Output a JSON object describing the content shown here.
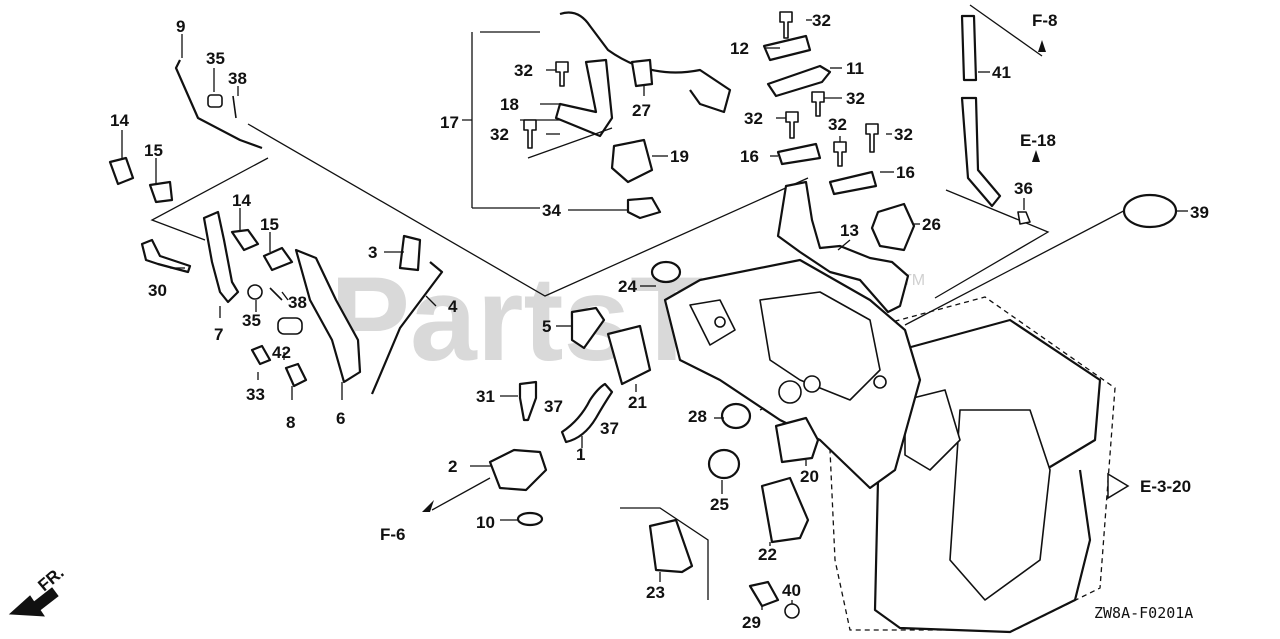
{
  "watermark": {
    "text": "PartsTree",
    "tm": "TM"
  },
  "diagram_code": "ZW8A-F0201A",
  "direction": {
    "label": "FR."
  },
  "refs": {
    "f8": "F-8",
    "e18": "E-18",
    "e320": "E-3-20",
    "f6": "F-6"
  },
  "labels": {
    "p1": "1",
    "p2": "2",
    "p3": "3",
    "p4": "4",
    "p5": "5",
    "p6": "6",
    "p7": "7",
    "p8": "8",
    "p9": "9",
    "p10": "10",
    "p11": "11",
    "p12": "12",
    "p13": "13",
    "p14a": "14",
    "p14b": "14",
    "p15a": "15",
    "p15b": "15",
    "p16a": "16",
    "p16b": "16",
    "p17": "17",
    "p18": "18",
    "p19": "19",
    "p20": "20",
    "p21": "21",
    "p22": "22",
    "p23": "23",
    "p24": "24",
    "p25": "25",
    "p26": "26",
    "p27": "27",
    "p28": "28",
    "p29": "29",
    "p30": "30",
    "p31": "31",
    "p32a": "32",
    "p32b": "32",
    "p32c": "32",
    "p32d": "32",
    "p32e": "32",
    "p32f": "32",
    "p32g": "32",
    "p33": "33",
    "p34": "34",
    "p35a": "35",
    "p35b": "35",
    "p36": "36",
    "p37a": "37",
    "p37b": "37",
    "p38a": "38",
    "p38b": "38",
    "p39": "39",
    "p40": "40",
    "p41": "41",
    "p42": "42"
  }
}
